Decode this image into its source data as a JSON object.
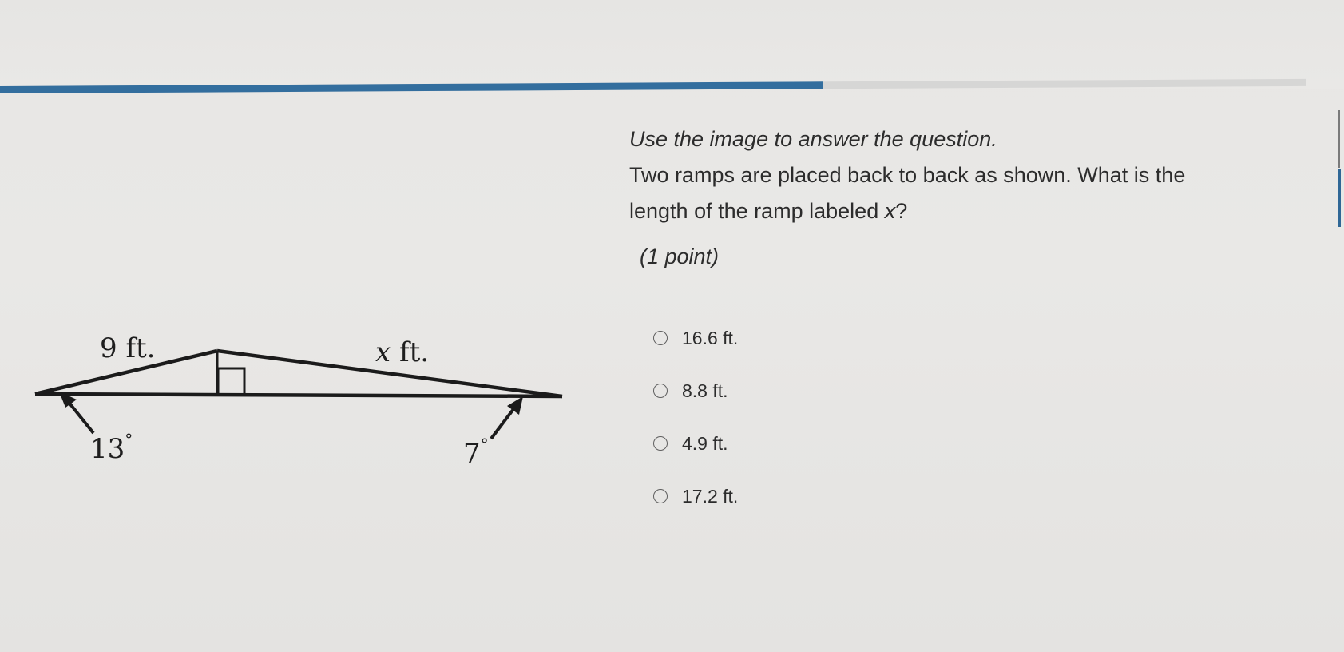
{
  "progress": {
    "fraction": 0.63
  },
  "question": {
    "intro": "Use the image to answer the question.",
    "body_part1": "Two ramps are placed back to back as shown. What is the length of the ramp labeled ",
    "variable": "x",
    "body_part2": "?",
    "points": "(1 point)"
  },
  "diagram": {
    "left_length_label": "9 ft.",
    "right_var_label": "x",
    "right_unit_label": " ft.",
    "left_angle_label": "13",
    "right_angle_label": "7",
    "degree_symbol": "°"
  },
  "options": [
    {
      "label": "16.6 ft."
    },
    {
      "label": "8.8 ft."
    },
    {
      "label": "4.9 ft."
    },
    {
      "label": "17.2 ft."
    }
  ],
  "colors": {
    "progress_fill": "#336e9e",
    "progress_track": "#d6d6d5",
    "background": "#e8e7e5"
  }
}
